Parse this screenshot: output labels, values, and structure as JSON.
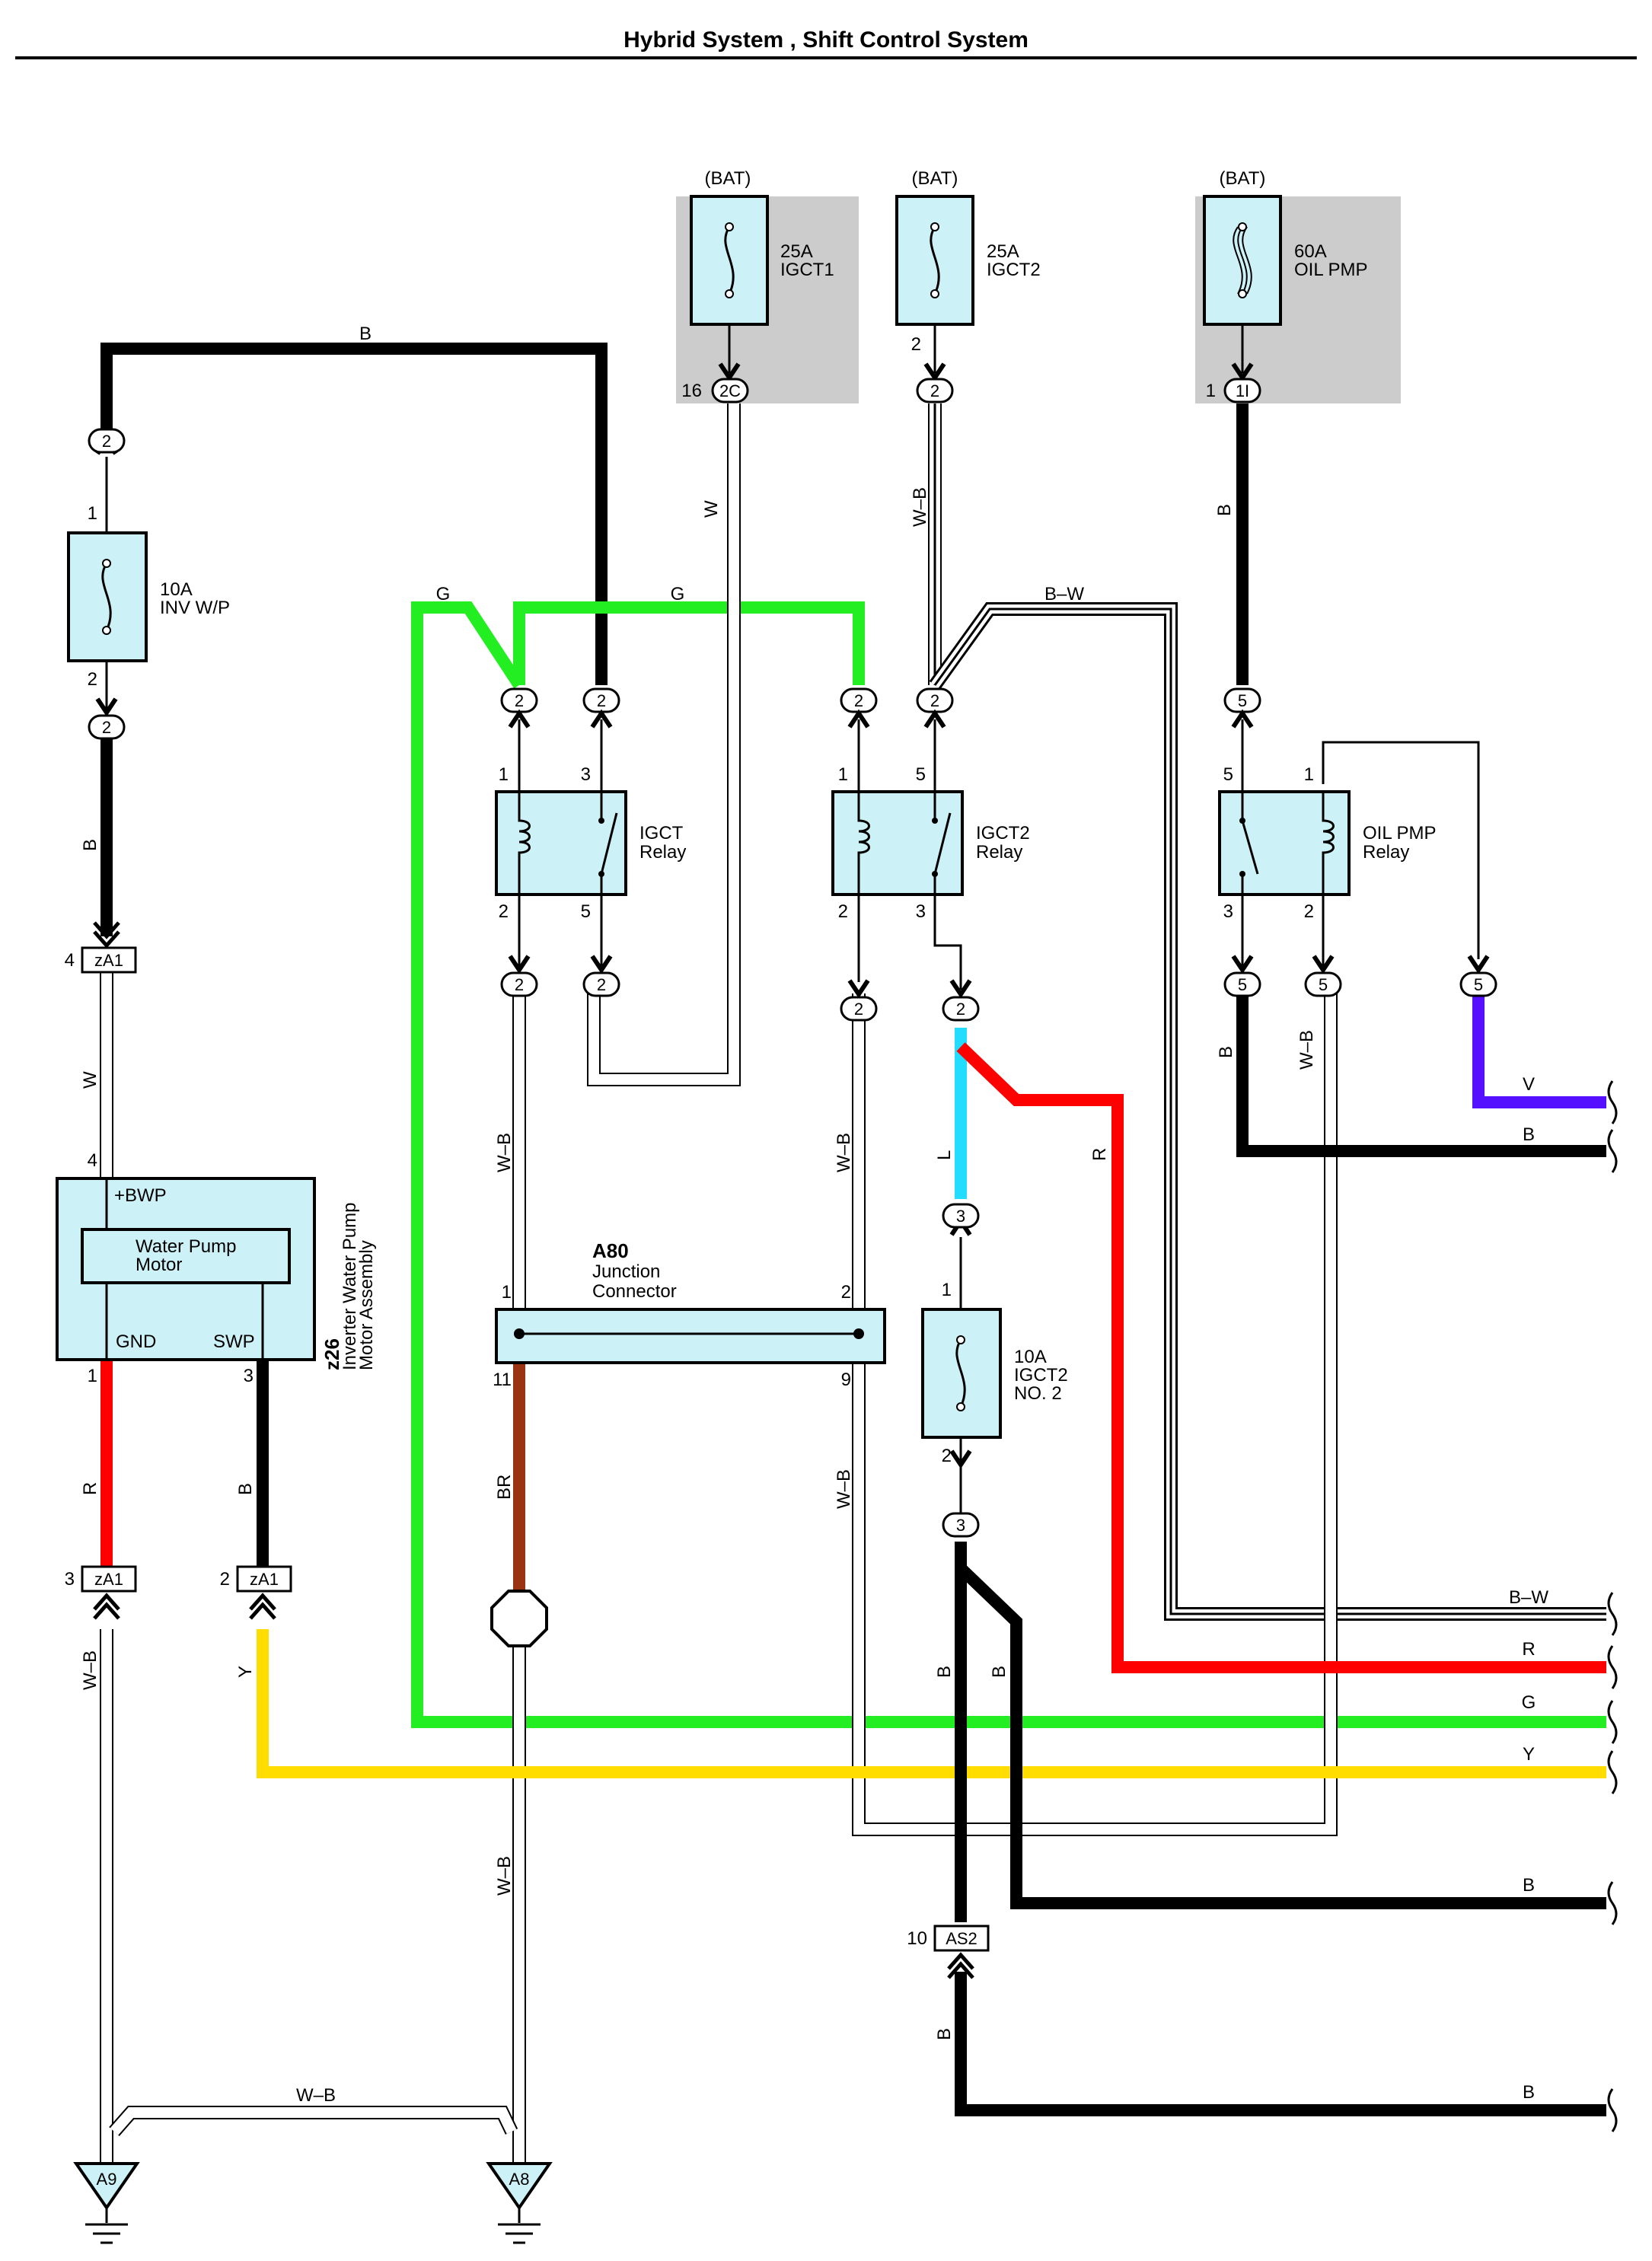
{
  "title": "Hybrid System , Shift Control System",
  "bat_label": "(BAT)",
  "fuses": {
    "igct1": {
      "amps": "25A",
      "name": "IGCT1"
    },
    "igct2": {
      "amps": "25A",
      "name": "IGCT2"
    },
    "oil_pmp": {
      "amps": "60A",
      "name": "OIL PMP"
    },
    "inv_wp": {
      "amps": "10A",
      "name": "INV W/P"
    },
    "igct2_no2": {
      "amps": "10A",
      "name_line1": "IGCT2",
      "name_line2": "NO. 2"
    }
  },
  "relays": {
    "igct": {
      "line1": "IGCT",
      "line2": "Relay"
    },
    "igct2": {
      "line1": "IGCT2",
      "line2": "Relay"
    },
    "oil_pmp": {
      "line1": "OIL PMP",
      "line2": "Relay"
    }
  },
  "pump": {
    "terminal_bwp": "+BWP",
    "motor_line1": "Water Pump",
    "motor_line2": "Motor",
    "gnd": "GND",
    "swp": "SWP",
    "code": "z26",
    "name_line1": "Inverter Water Pump",
    "name_line2": "Motor Assembly"
  },
  "junction": {
    "code": "A80",
    "line1": "Junction",
    "line2": "Connector"
  },
  "connectors": {
    "za1": "zA1",
    "as2": "AS2",
    "c2c": "2C",
    "c1i": "1I",
    "two": "2",
    "three": "3",
    "five": "5"
  },
  "grounds": {
    "a9": "A9",
    "a8": "A8"
  },
  "pins": {
    "p1": "1",
    "p2": "2",
    "p3": "3",
    "p4": "4",
    "p5": "5",
    "p9": "9",
    "p10": "10",
    "p11": "11",
    "p16": "16"
  },
  "wire_labels": {
    "b": "B",
    "w": "W",
    "g": "G",
    "wb": "W–B",
    "bw": "B–W",
    "r": "R",
    "l": "L",
    "br": "BR",
    "y": "Y",
    "v": "V"
  },
  "colors": {
    "black": "#000000",
    "green": "#22ee22",
    "red": "#ff0000",
    "yellow": "#ffdd00",
    "cyan": "#22ddff",
    "violet": "#5511ff",
    "brown": "#993311",
    "component_fill": "#ccf2f7",
    "fuse_block_shade": "#cccccc"
  }
}
